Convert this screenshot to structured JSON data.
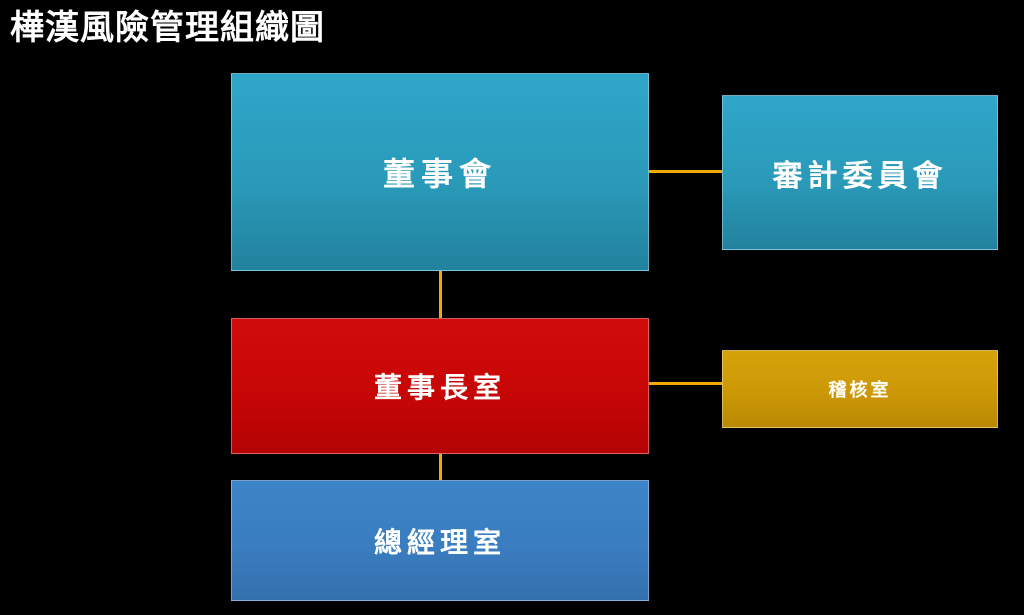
{
  "title": "樺漢風險管理組織圖",
  "nodes": {
    "board": {
      "label": "董事會",
      "color": "#2a9ab9"
    },
    "audit_committee": {
      "label": "審計委員會",
      "color": "#2a9ab9"
    },
    "chairman_office": {
      "label": "董事長室",
      "color": "#c70606"
    },
    "internal_audit": {
      "label": "稽核室",
      "color": "#cc9806"
    },
    "gm_office": {
      "label": "總經理室",
      "color": "#3a7dc0"
    }
  },
  "connector_color": "#f2a900"
}
